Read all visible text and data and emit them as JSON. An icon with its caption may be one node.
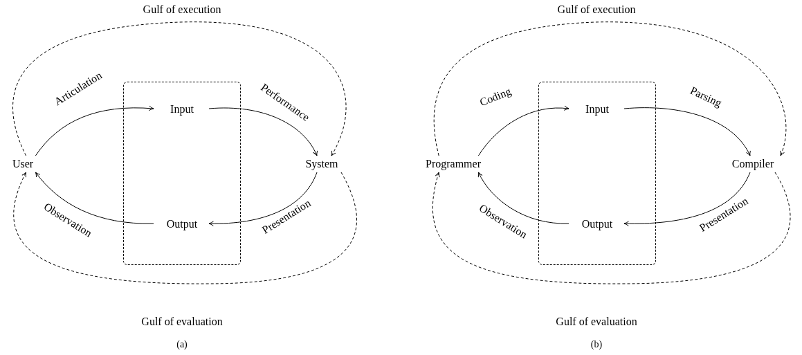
{
  "diagram": {
    "nodes": [
      {
        "text": [],
        "shape": "box"
      },
      {
        "text": [
          "Input"
        ],
        "in": 0
      },
      {
        "text": [
          "Output"
        ],
        "in": 0
      },
      {
        "text": [
          "User"
        ]
      },
      {
        "text": [
          "System"
        ]
      },
      {
        "text": [],
        "shape": "box"
      },
      {
        "text": [
          "Input"
        ],
        "in": 5
      },
      {
        "text": [
          "Output"
        ],
        "in": 5
      },
      {
        "text": [
          "Programmer"
        ]
      },
      {
        "text": [
          "Compiler"
        ]
      }
    ],
    "edges": [
      {
        "from": 3,
        "to": 1,
        "arrow": "to",
        "label": "Articulation"
      },
      {
        "from": 1,
        "to": 4,
        "arrow": "to",
        "label": "Performance"
      },
      {
        "from": 4,
        "to": 2,
        "arrow": "to",
        "label": "Presentation"
      },
      {
        "from": 2,
        "to": 3,
        "arrow": "to",
        "label": "Observation"
      },
      {
        "from": 3,
        "to": 4,
        "arrow": "to",
        "label": "Gulf of execution",
        "style": "dashed"
      },
      {
        "from": 4,
        "to": 3,
        "arrow": "to",
        "label": "Gulf of evaluation",
        "style": "dashed"
      },
      {
        "from": 8,
        "to": 6,
        "arrow": "to",
        "label": "Coding"
      },
      {
        "from": 6,
        "to": 9,
        "arrow": "to",
        "label": "Parsing"
      },
      {
        "from": 9,
        "to": 7,
        "arrow": "to",
        "label": "Presentation"
      },
      {
        "from": 7,
        "to": 8,
        "arrow": "to",
        "label": "Observation"
      },
      {
        "from": 8,
        "to": 9,
        "arrow": "to",
        "label": "Gulf of execution",
        "style": "dashed"
      },
      {
        "from": 9,
        "to": 8,
        "arrow": "to",
        "label": "Gulf of evaluation",
        "style": "dashed"
      }
    ],
    "labels": [
      "(a)",
      "(b)"
    ]
  }
}
